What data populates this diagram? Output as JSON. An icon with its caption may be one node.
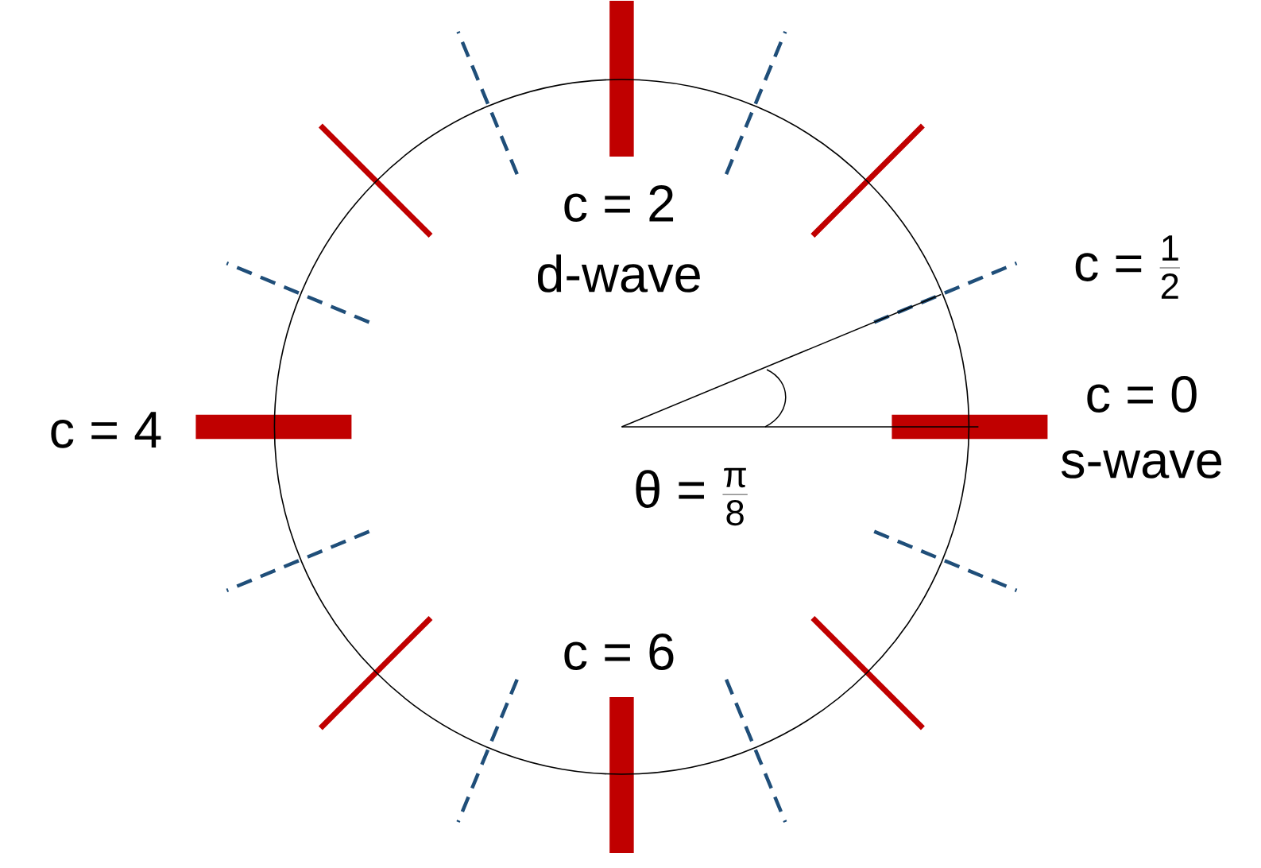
{
  "diagram": {
    "labels": [
      "c = 2",
      "d-wave",
      "c = \\frac{1}{2}",
      "c = 0",
      "c = 4",
      "s-wave",
      "θ = \\frac{π}{8}",
      "c = 6"
    ]
  }
}
